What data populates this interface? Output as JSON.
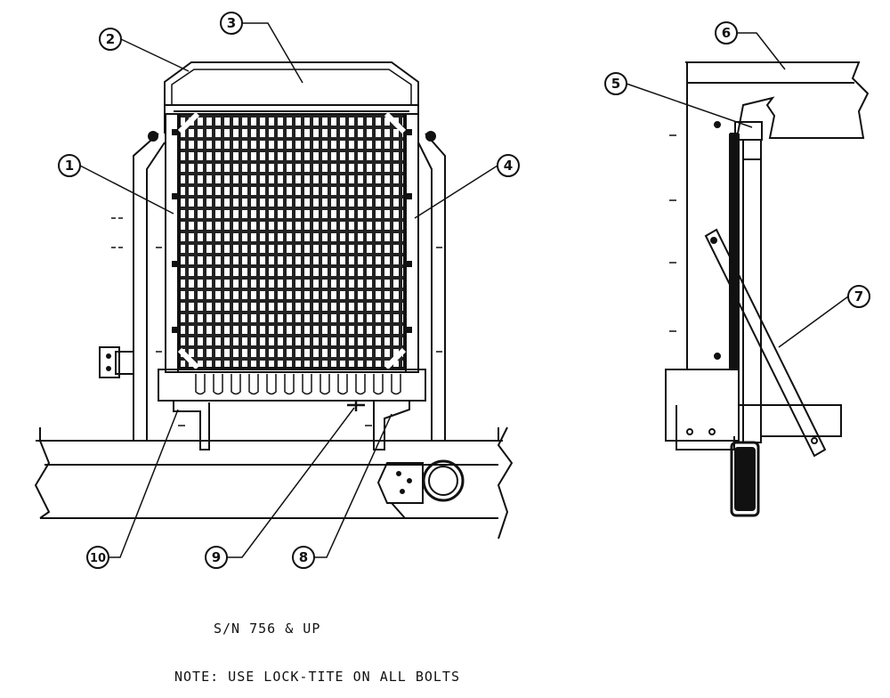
{
  "notes": {
    "serial": "S/N 756 & UP",
    "instruction": "NOTE: USE LOCK-TITE ON ALL BOLTS"
  },
  "callouts": [
    {
      "id": "1",
      "label": "1"
    },
    {
      "id": "2",
      "label": "2"
    },
    {
      "id": "3",
      "label": "3"
    },
    {
      "id": "4",
      "label": "4"
    },
    {
      "id": "5",
      "label": "5"
    },
    {
      "id": "6",
      "label": "6"
    },
    {
      "id": "7",
      "label": "7"
    },
    {
      "id": "8",
      "label": "8"
    },
    {
      "id": "9",
      "label": "9"
    },
    {
      "id": "10",
      "label": "10"
    }
  ]
}
